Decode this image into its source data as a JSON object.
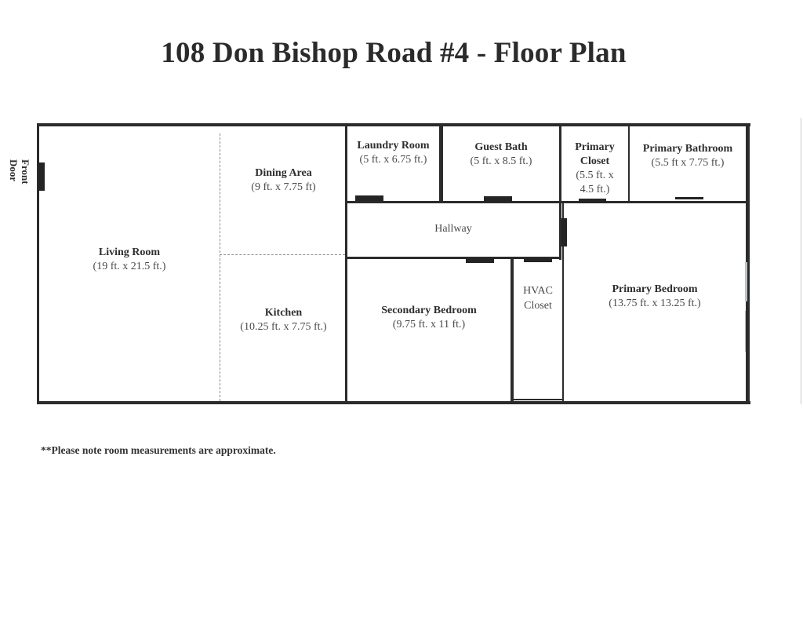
{
  "title": "108 Don Bishop Road #4 - Floor Plan",
  "front_door": {
    "label": "Front Door"
  },
  "rooms": {
    "living_room": {
      "name": "Living Room",
      "dimensions": "(19 ft. x 21.5 ft.)"
    },
    "dining_area": {
      "name": "Dining Area",
      "dimensions": "(9 ft. x 7.75 ft)"
    },
    "kitchen": {
      "name": "Kitchen",
      "dimensions": "(10.25 ft. x 7.75 ft.)"
    },
    "laundry_room": {
      "name": "Laundry Room",
      "dimensions": "(5 ft. x 6.75 ft.)"
    },
    "guest_bath": {
      "name": "Guest Bath",
      "dimensions": "(5 ft. x 8.5 ft.)"
    },
    "primary_closet": {
      "name_line1": "Primary",
      "name_line2": "Closet",
      "dimensions_line1": "(5.5 ft. x",
      "dimensions_line2": "4.5 ft.)"
    },
    "primary_bathroom": {
      "name": "Primary Bathroom",
      "dimensions": "(5.5 ft x 7.75 ft.)"
    },
    "hallway": {
      "name": "Hallway"
    },
    "secondary_bedroom": {
      "name": "Secondary Bedroom",
      "dimensions": "(9.75 ft. x 11 ft.)"
    },
    "hvac_closet": {
      "name_line1": "HVAC",
      "name_line2": "Closet"
    },
    "primary_bedroom": {
      "name": "Primary Bedroom",
      "dimensions": "(13.75 ft. x 13.25 ft.)"
    }
  },
  "footnote": "**Please note room measurements are approximate.",
  "colors": {
    "wall": "#2b2b2b",
    "door": "#242424",
    "window": "#b9c3c7",
    "dashed_divider": "#8a8a8a"
  }
}
